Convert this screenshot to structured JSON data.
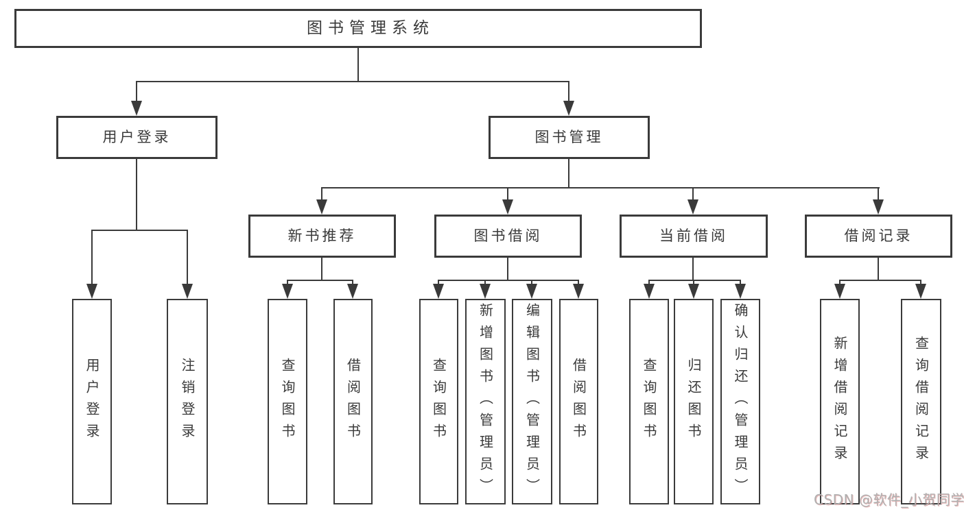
{
  "diagram": {
    "root": {
      "label": "图书管理系统"
    },
    "level2": [
      {
        "label": "用户登录"
      },
      {
        "label": "图书管理"
      }
    ],
    "level3": [
      {
        "label": "新书推荐"
      },
      {
        "label": "图书借阅"
      },
      {
        "label": "当前借阅"
      },
      {
        "label": "借阅记录"
      }
    ],
    "leaves": [
      {
        "label": "用户登录"
      },
      {
        "label": "注销登录"
      },
      {
        "label": "查询图书"
      },
      {
        "label": "借阅图书"
      },
      {
        "label": "查询图书"
      },
      {
        "label": "新增图书（管理员）"
      },
      {
        "label": "编辑图书（管理员）"
      },
      {
        "label": "借阅图书"
      },
      {
        "label": "查询图书"
      },
      {
        "label": "归还图书"
      },
      {
        "label": "确认归还（管理员）"
      },
      {
        "label": "新增借阅记录"
      },
      {
        "label": "查询借阅记录"
      }
    ],
    "watermark": "CSDN @软件_小贺同学",
    "colors": {
      "line": "#3a3a3a",
      "text": "#3a3a3a",
      "watermark": "#b0b0b0"
    }
  }
}
